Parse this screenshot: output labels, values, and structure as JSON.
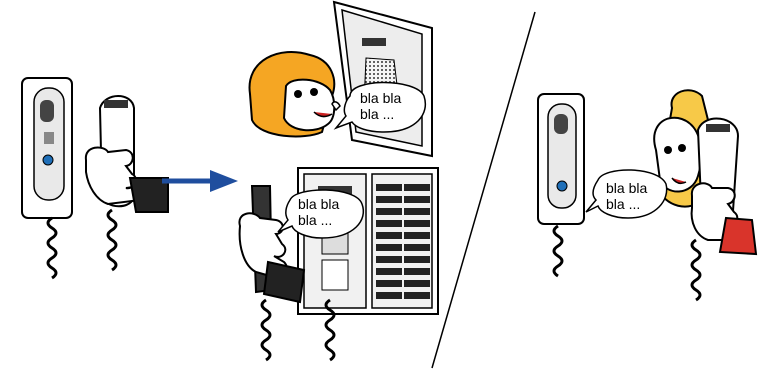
{
  "bubbles": [
    {
      "line1": "bla bla",
      "line2": "bla ..."
    },
    {
      "line1": "bla bla",
      "line2": "bla ..."
    },
    {
      "line1": "bla bla",
      "line2": "bla ..."
    }
  ],
  "colors": {
    "arrow": "#1f4e9e",
    "hair_left": "#f5a623",
    "hair_right": "#f7c948",
    "sleeve_right": "#d9342b",
    "sleeve": "#222222",
    "button_blue": "#1f6fb8"
  }
}
